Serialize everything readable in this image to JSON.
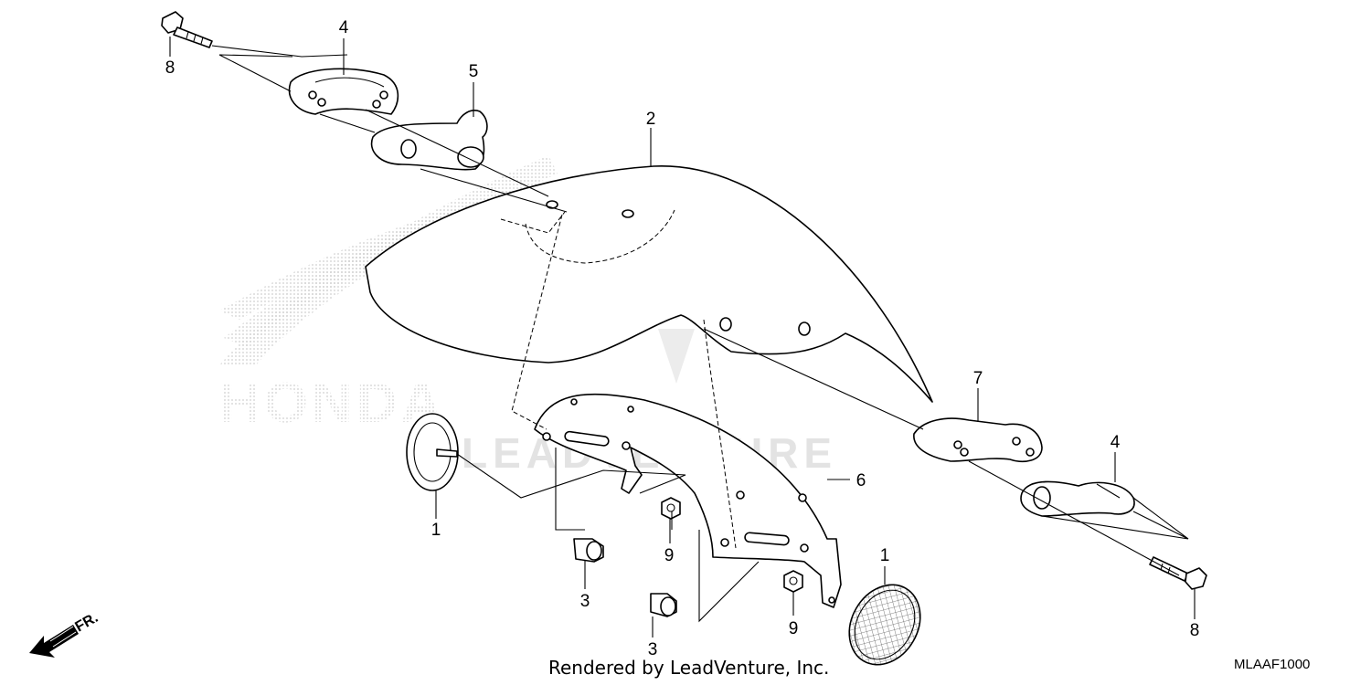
{
  "diagram": {
    "callouts": [
      {
        "id": "c-8-top",
        "text": "8"
      },
      {
        "id": "c-4-top",
        "text": "4"
      },
      {
        "id": "c-5",
        "text": "5"
      },
      {
        "id": "c-2",
        "text": "2"
      },
      {
        "id": "c-7",
        "text": "7"
      },
      {
        "id": "c-4-right",
        "text": "4"
      },
      {
        "id": "c-6",
        "text": "6"
      },
      {
        "id": "c-1-left",
        "text": "1"
      },
      {
        "id": "c-1-right",
        "text": "1"
      },
      {
        "id": "c-9-a",
        "text": "9"
      },
      {
        "id": "c-9-b",
        "text": "9"
      },
      {
        "id": "c-3-a",
        "text": "3"
      },
      {
        "id": "c-3-b",
        "text": "3"
      },
      {
        "id": "c-8-right",
        "text": "8"
      }
    ],
    "direction_label": "FR.",
    "footer_text": "Rendered by LeadVenture, Inc.",
    "diagram_code": "MLAAF1000",
    "watermark_brand": "HONDA",
    "watermark_text": "LEADVENTURE"
  },
  "colors": {
    "line": "#000000",
    "background": "#ffffff",
    "watermark": "#d9d9d9"
  }
}
